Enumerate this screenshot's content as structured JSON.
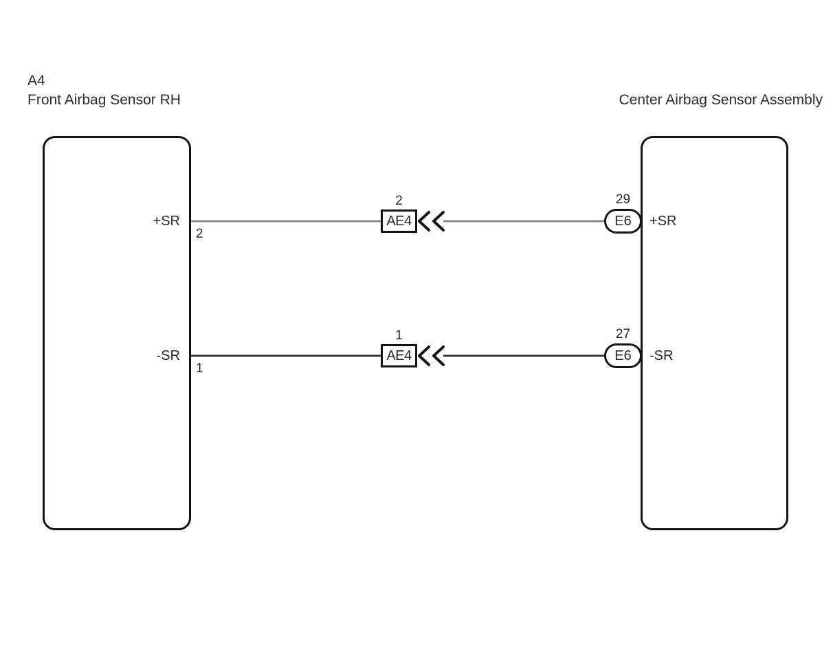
{
  "diagram": {
    "left_component": {
      "ref": "A4",
      "name": "Front Airbag Sensor RH"
    },
    "right_component": {
      "name": "Center Airbag Sensor Assembly"
    },
    "wires": [
      {
        "signal_left": "+SR",
        "left_pin": "2",
        "splice_pin": "2",
        "splice_label": "AE4",
        "connector_pin": "29",
        "connector_label": "E6",
        "signal_right": "+SR",
        "color": "#8c8c8c"
      },
      {
        "signal_left": "-SR",
        "left_pin": "1",
        "splice_pin": "1",
        "splice_label": "AE4",
        "connector_pin": "27",
        "connector_label": "E6",
        "signal_right": "-SR",
        "color": "#3a3a3a"
      }
    ],
    "colors": {
      "outline": "#141414",
      "wire_top": "#8c8c8c",
      "wire_bottom": "#3a3a3a"
    }
  }
}
